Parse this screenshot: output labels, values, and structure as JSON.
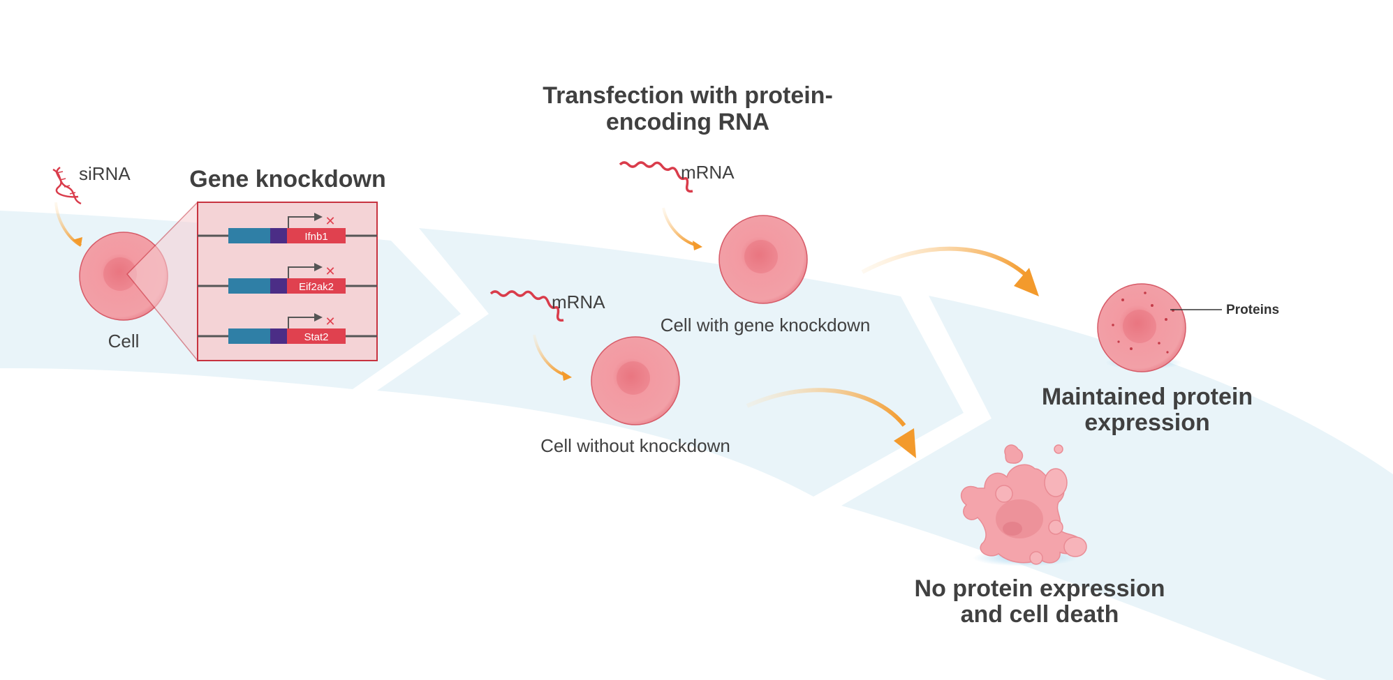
{
  "labels": {
    "sirna": "siRNA",
    "cell": "Cell",
    "gene_knockdown": "Gene knockdown",
    "transfection_line1": "Transfection with protein-",
    "transfection_line2": "encoding RNA",
    "mrna_top": "mRNA",
    "mrna_bottom": "mRNA",
    "cell_with_knockdown": "Cell with gene knockdown",
    "cell_without_knockdown": "Cell without knockdown",
    "proteins": "Proteins",
    "maintained_line1": "Maintained protein",
    "maintained_line2": "expression",
    "death_line1": "No protein expression",
    "death_line2": "and cell death"
  },
  "genes": [
    "Ifnb1",
    "Eif2ak2",
    "Stat2"
  ],
  "colors": {
    "band": "#e9f4f9",
    "cell_fill": "#f08d96",
    "cell_edge": "#d65a67",
    "rna": "#d93c4b",
    "arrow": "#f39a2c",
    "panel_bg": "#f4d3d6",
    "panel_border": "#c7323f",
    "gene_red": "#e0414f",
    "gene_blue": "#2f7fa6",
    "gene_purple": "#4b2d86"
  }
}
